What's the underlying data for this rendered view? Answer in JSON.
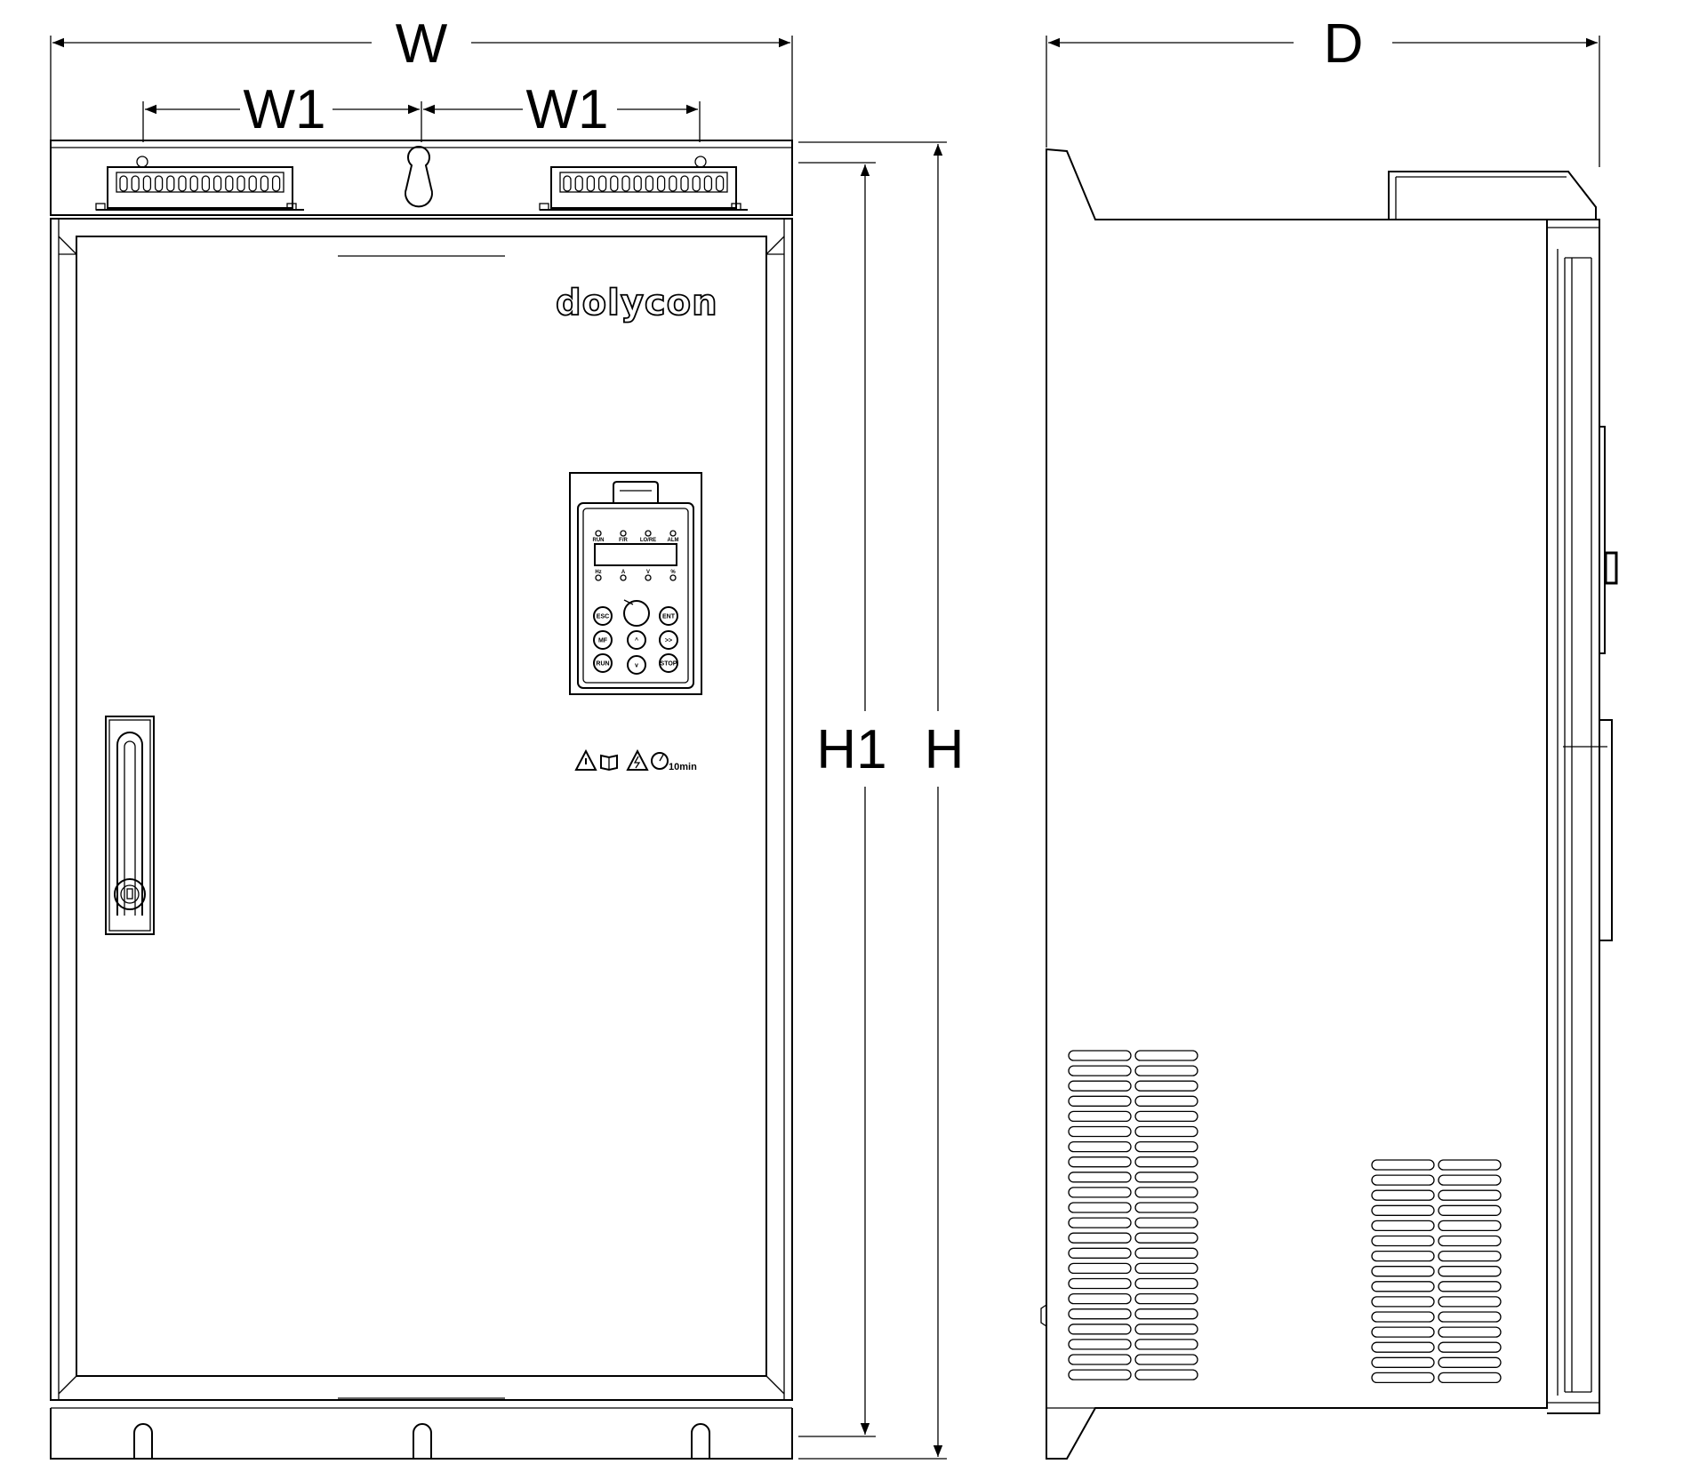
{
  "brand": "dolycon",
  "dimensions": {
    "width": "W",
    "mount_spacing": "W1",
    "mount_height": "H1",
    "height": "H",
    "depth": "D"
  },
  "keypad": {
    "indicators_top": [
      "RUN",
      "F/R",
      "LO/RE",
      "ALM"
    ],
    "indicators_bottom": [
      "Hz",
      "A",
      "V",
      "%"
    ],
    "keys": [
      "ESC",
      "ENT",
      "MF",
      ">>",
      "RUN",
      "STOP",
      "^",
      "v"
    ]
  },
  "warning": {
    "time_label": "10min"
  }
}
